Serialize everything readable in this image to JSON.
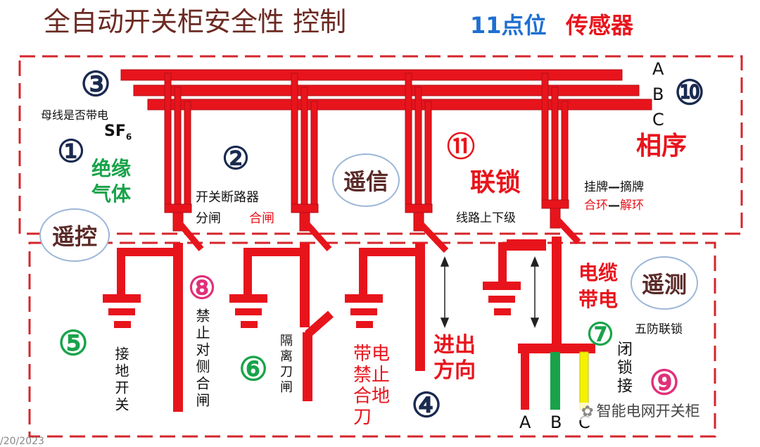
{
  "title": {
    "main": "全自动开关柜安全性 控制",
    "highlight_blue": "11点位",
    "highlight_red": "传感器"
  },
  "phases_top": [
    "A",
    "B",
    "C"
  ],
  "phases_bottom": [
    "A",
    "B",
    "C"
  ],
  "numbers": [
    "③",
    "①",
    "②",
    "⑪",
    "⑩",
    "⑤",
    "⑧",
    "⑥",
    "④",
    "⑦",
    "⑨"
  ],
  "labels": {
    "busbar_live": "母线是否带电",
    "sf6": "SF",
    "sf6_sub": "6",
    "insulating_gas_1": "绝缘",
    "insulating_gas_2": "气体",
    "breaker_1": "开关断路器",
    "breaker_open": "分闸",
    "breaker_close": "合闸",
    "interlock": "联锁",
    "line_updown": "线路上下级",
    "phase_seq": "相序",
    "tag_hang": "挂牌",
    "tag_remove": "摘牌",
    "dash": "—",
    "loop_close": "合环",
    "loop_open": "解环",
    "earthing_switch": "接地开关",
    "forbid_opposite_close": "禁止对侧合闸",
    "isolating_knife": "隔离刀闸",
    "live_no_earth": "带电禁止合地刀",
    "in_out_1": "进出",
    "in_out_2": "方向",
    "cable_live_1": "电缆",
    "cable_live_2": "带电",
    "five_prevention": "五防联锁",
    "lock_connect": "闭锁接"
  },
  "ovals": {
    "remote_control": "遥控",
    "remote_signal": "遥信",
    "remote_measure": "遥测"
  },
  "watermark": "智能电网开关柜",
  "date_fragment": "/20/2023",
  "colors": {
    "bus": "#e8141c",
    "box": "#d4262b",
    "blue": "#1f6fd1",
    "green": "#18a34a",
    "navy": "#1a2a50",
    "yellow": "#f5f000"
  }
}
